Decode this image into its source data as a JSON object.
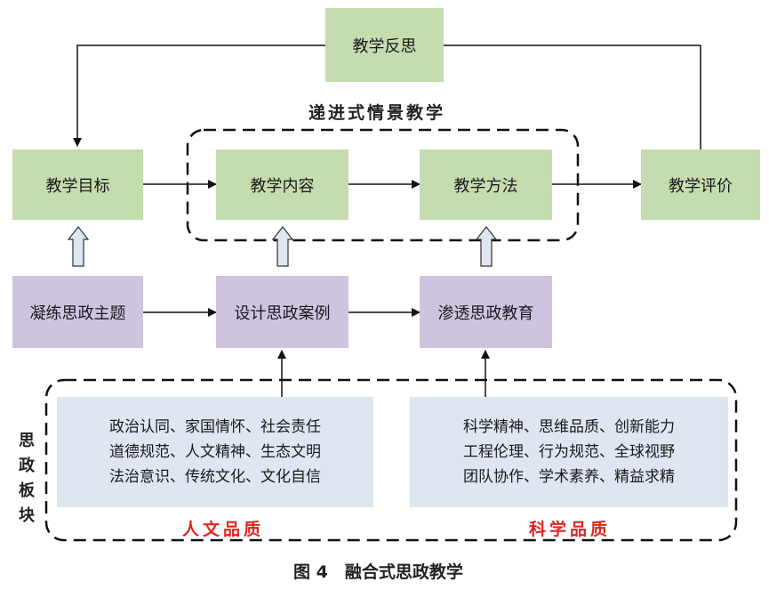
{
  "nodes": {
    "reflection": "教学反思",
    "goal": "教学目标",
    "content": "教学内容",
    "method": "教学方法",
    "evaluation": "教学评价",
    "theme": "凝练思政主题",
    "case": "设计思政案例",
    "infiltrate": "渗透思政教育"
  },
  "group_title": "递进式情景教学",
  "module_label": [
    "思",
    "政",
    "板",
    "块"
  ],
  "humanities": {
    "lines": [
      "政治认同、家国情怀、社会责任",
      "道德规范、人文精神、生态文明",
      "法治意识、传统文化、文化自信"
    ],
    "label": "人文品质"
  },
  "science": {
    "lines": [
      "科学精神、思维品质、创新能力",
      "工程伦理、行为规范、全球视野",
      "团队协作、学术素养、精益求精"
    ],
    "label": "科学品质"
  },
  "caption": "图 4　融合式思政教学",
  "colors": {
    "green": "#c5dcae",
    "purple": "#cfc4e0",
    "blue": "#dde6f1",
    "red": "#e0261e"
  }
}
